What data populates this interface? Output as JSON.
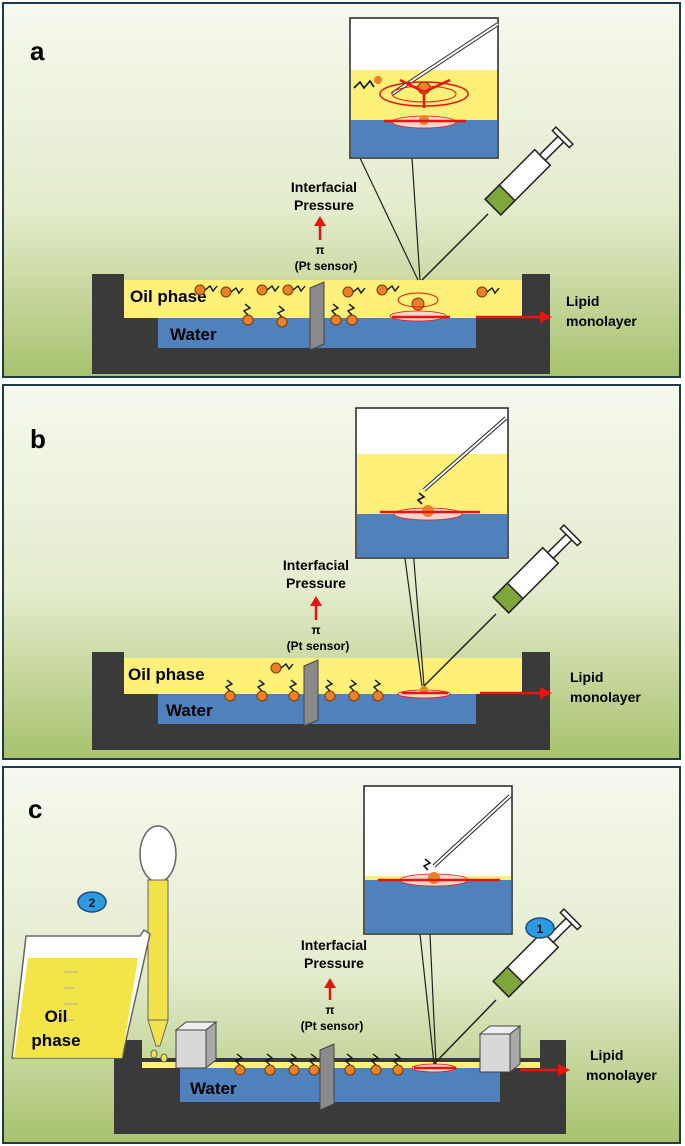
{
  "panels": [
    {
      "letter": "a",
      "pressure_line1": "Interfacial",
      "pressure_line2": "Pressure",
      "pi": "π",
      "sensor": "(Pt sensor)",
      "oil": "Oil phase",
      "water": "Water",
      "lipid_line1": "Lipid",
      "lipid_line2": "monolayer"
    },
    {
      "letter": "b",
      "pressure_line1": "Interfacial",
      "pressure_line2": "Pressure",
      "pi": "π",
      "sensor": "(Pt sensor)",
      "oil": "Oil phase",
      "water": "Water",
      "lipid_line1": "Lipid",
      "lipid_line2": "monolayer"
    },
    {
      "letter": "c",
      "pressure_line1": "Interfacial",
      "pressure_line2": "Pressure",
      "pi": "π",
      "sensor": "(Pt sensor)",
      "water": "Water",
      "lipid_line1": "Lipid",
      "lipid_line2": "monolayer",
      "beaker_line1": "Oil",
      "beaker_line2": "phase",
      "step1": "1",
      "step2": "2"
    }
  ],
  "colors": {
    "oil": "#fff07a",
    "water": "#4f81bd",
    "trough": "#3a3a3a",
    "arrow": "#e8140e",
    "lipid_head": "#e8812a",
    "syringe_fill": "#7fa63b",
    "badge": "#2e9be0"
  }
}
